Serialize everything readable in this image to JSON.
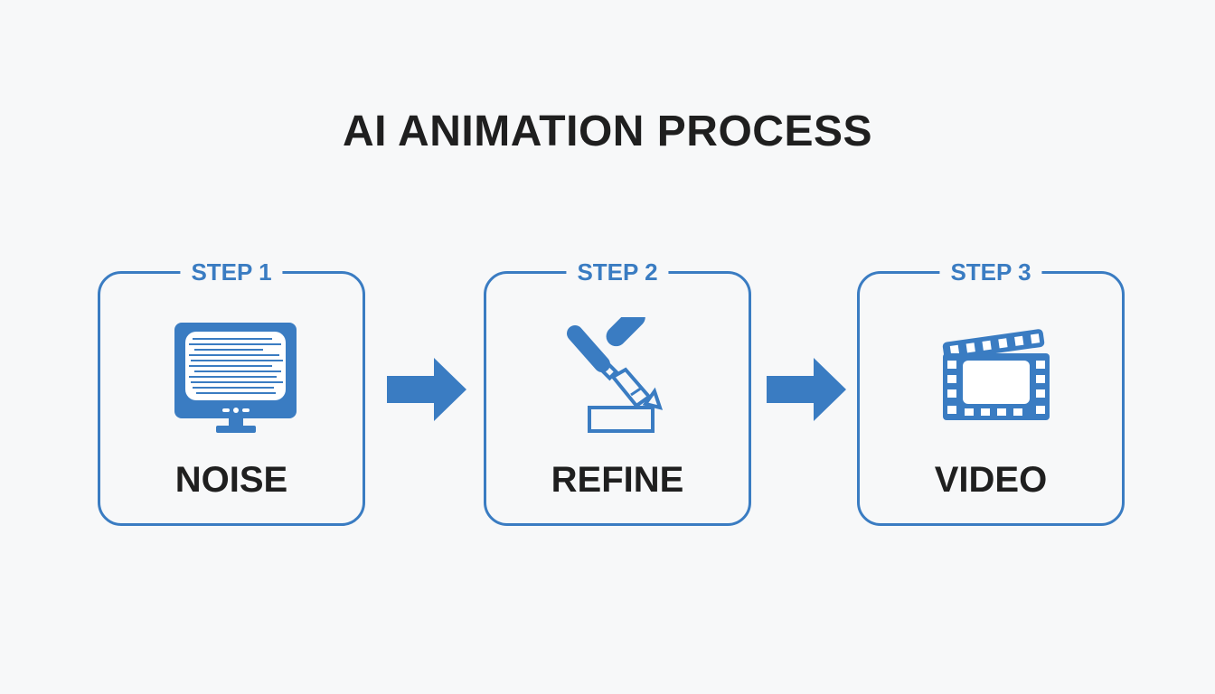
{
  "title": "AI ANIMATION PROCESS",
  "accent": "#3a7cc2",
  "steps": [
    {
      "step": "STEP 1",
      "label": "NOISE",
      "icon": "noisy-monitor-icon"
    },
    {
      "step": "STEP 2",
      "label": "REFINE",
      "icon": "chisel-icon"
    },
    {
      "step": "STEP 3",
      "label": "VIDEO",
      "icon": "clapperboard-icon"
    }
  ]
}
